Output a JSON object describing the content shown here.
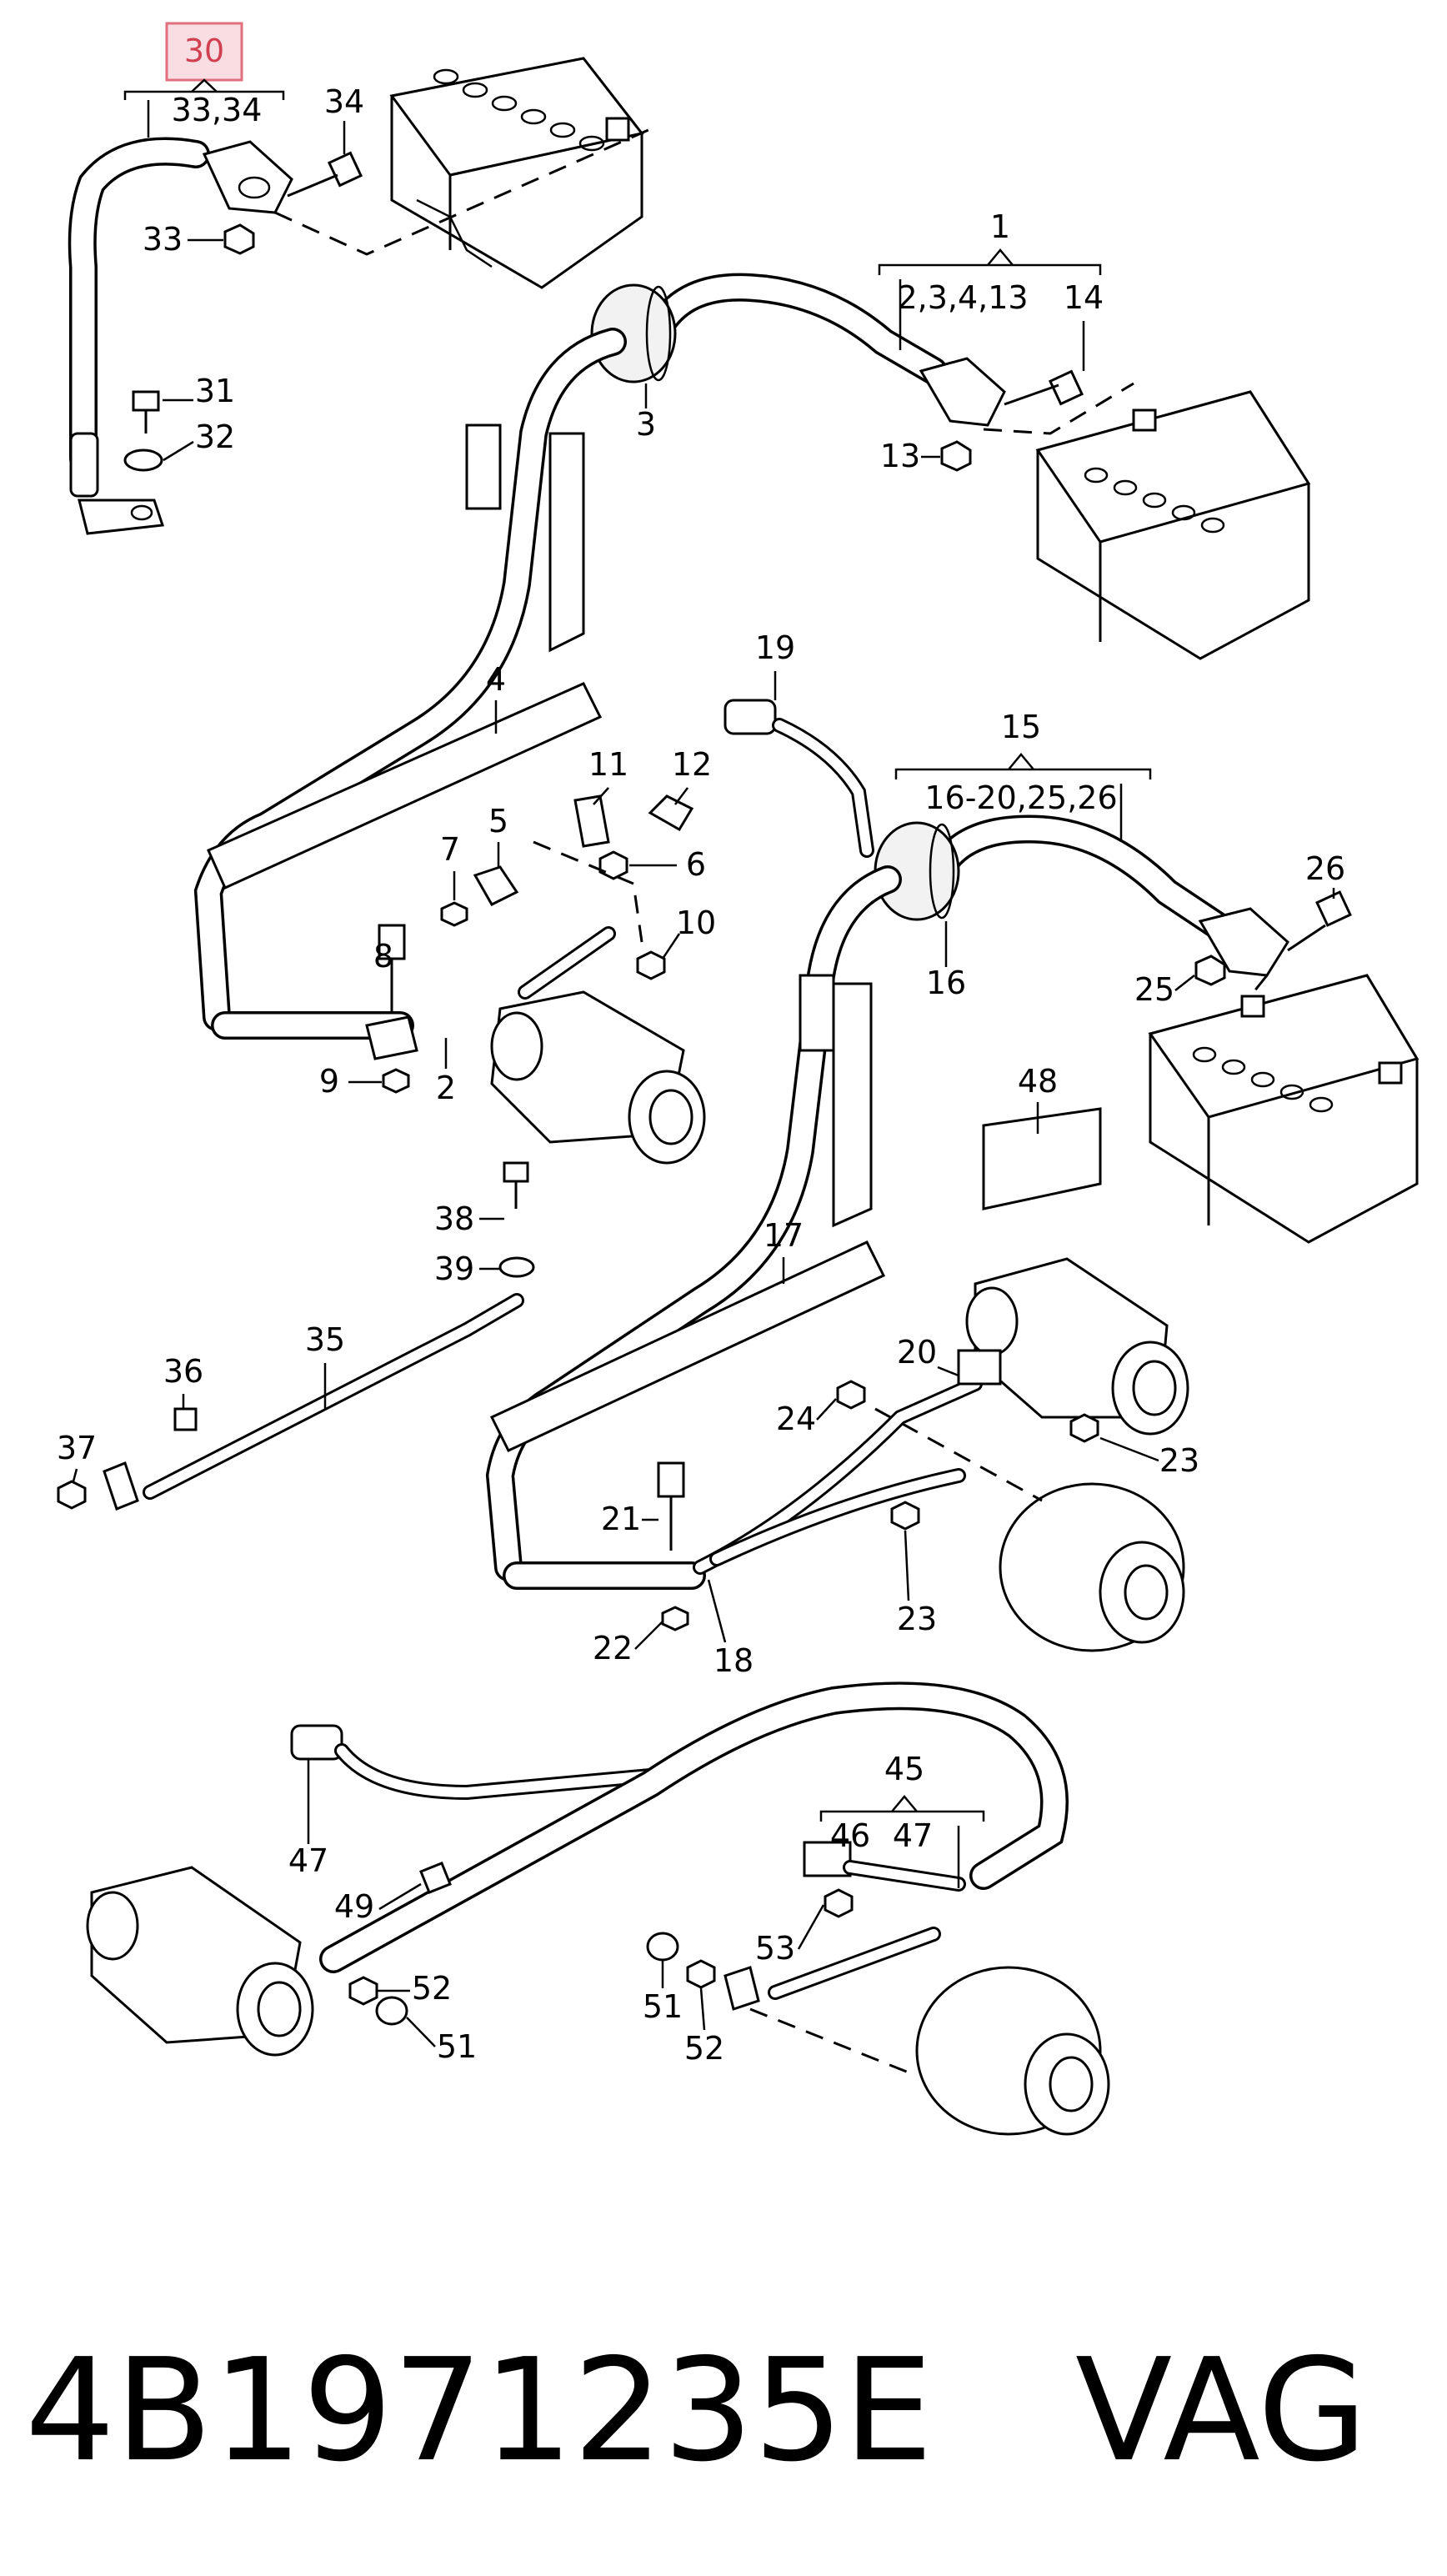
{
  "labels": {
    "l30": "30",
    "l33_34": "33,34",
    "l34": "34",
    "l33": "33",
    "l31": "31",
    "l32": "32",
    "l3": "3",
    "l1": "1",
    "l2_3_4_13": "2,3,4,13",
    "l14": "14",
    "l13": "13",
    "l4": "4",
    "l19": "19",
    "l15": "15",
    "l16_20": "16-20,25,26",
    "l26": "26",
    "l11": "11",
    "l12": "12",
    "l5": "5",
    "l7": "7",
    "l6": "6",
    "l10": "10",
    "l16": "16",
    "l25": "25",
    "l8": "8",
    "l9": "9",
    "l2": "2",
    "l48": "48",
    "l38": "38",
    "l39": "39",
    "l17": "17",
    "l35": "35",
    "l36": "36",
    "l37": "37",
    "l20": "20",
    "l24": "24",
    "l23a": "23",
    "l21": "21",
    "l23b": "23",
    "l22": "22",
    "l18": "18",
    "l45": "45",
    "l46": "46",
    "l47a": "47",
    "l47b": "47",
    "l49": "49",
    "l53": "53",
    "l52a": "52",
    "l51a": "51",
    "l51b": "51",
    "l52b": "52"
  },
  "part_number": "4B1971235E",
  "brand": "VAG",
  "highlight_label": "30",
  "colors": {
    "highlight_fill": "#f8dde2",
    "highlight_border": "#e0707e",
    "line": "#000000"
  }
}
